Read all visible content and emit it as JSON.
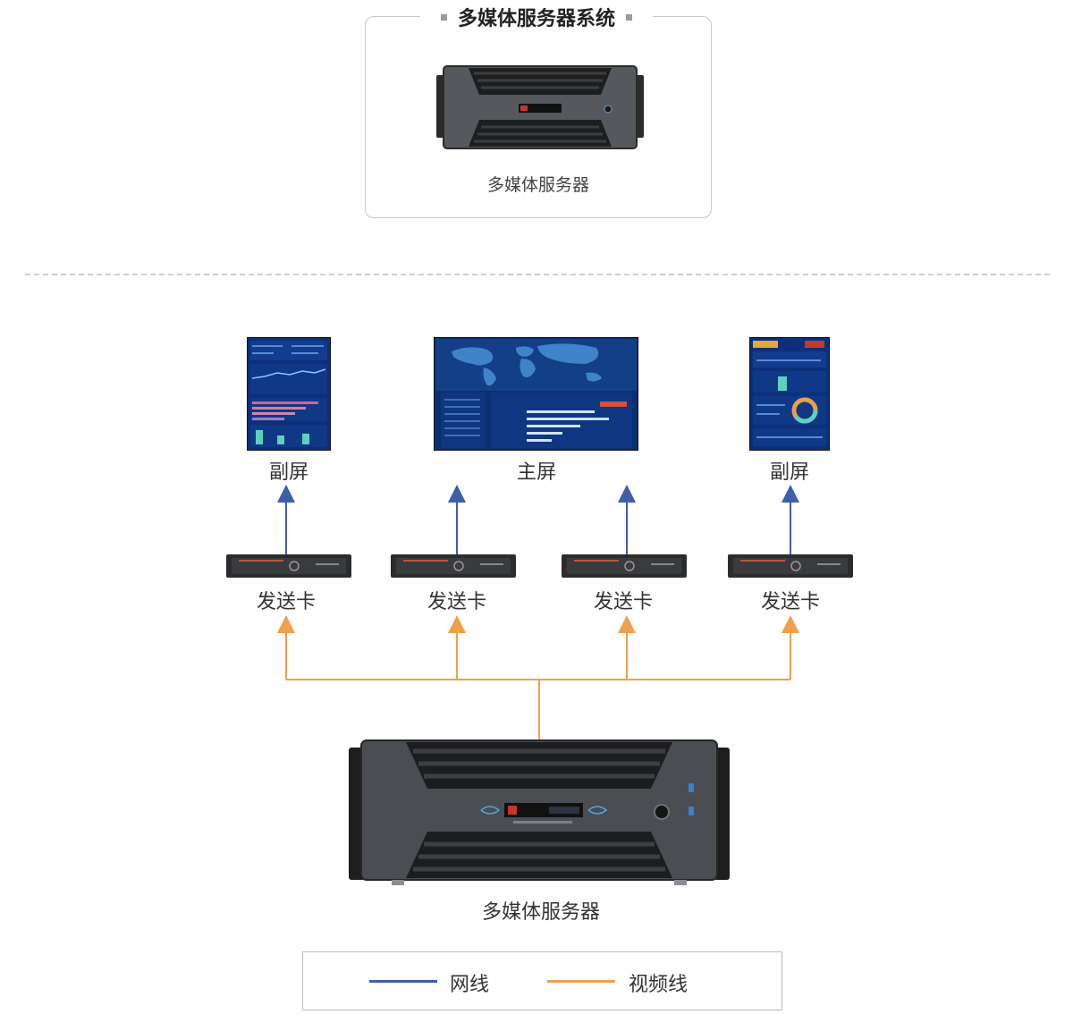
{
  "system": {
    "title": "多媒体服务器系统",
    "device_caption": "多媒体服务器"
  },
  "screens": {
    "left_label": "副屏",
    "center_label": "主屏",
    "right_label": "副屏"
  },
  "sender_cards": [
    {
      "label": "发送卡"
    },
    {
      "label": "发送卡"
    },
    {
      "label": "发送卡"
    },
    {
      "label": "发送卡"
    }
  ],
  "server": {
    "caption": "多媒体服务器"
  },
  "legend": {
    "network_label": "网线",
    "video_label": "视频线"
  },
  "colors": {
    "network_line": "#3f5ea8",
    "video_line": "#f0a04b",
    "screen_bg": "#0b2a6b",
    "server_body": "#4a4d52"
  }
}
